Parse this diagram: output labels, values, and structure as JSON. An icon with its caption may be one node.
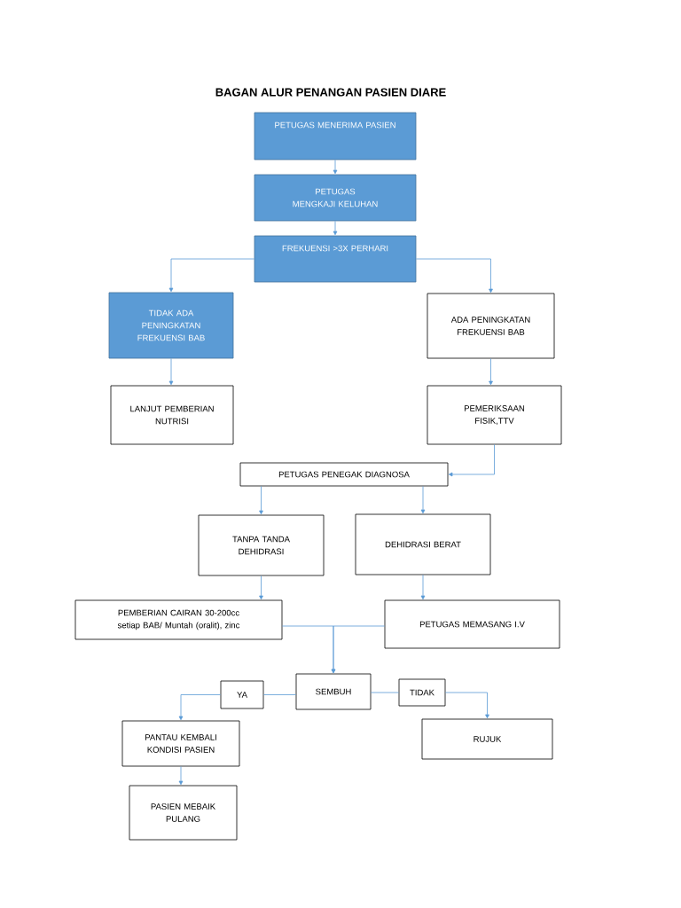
{
  "diagram": {
    "title": "BAGAN ALUR PENANGAN PASIEN DIARE",
    "nodes": [
      {
        "text": [
          "PETUGAS MENERIMA PASIEN"
        ]
      },
      {
        "text": [
          "PETUGAS MENGKAJI KELUHAN"
        ]
      },
      {
        "text": [
          "FREKUENSI >3X PERHARI"
        ]
      },
      {
        "text": [
          "TIDAK ADA PENINGKATAN FREKUENSI BAB"
        ]
      },
      {
        "text": [
          "ADA PENINGKATAN FREKUENSI BAB"
        ]
      },
      {
        "text": [
          "LANJUT PEMBERIAN NUTRISI"
        ]
      },
      {
        "text": [
          "PEMERIKSAAN FISIK,TTV"
        ]
      },
      {
        "text": [
          "PETUGAS PENEGAK DIAGNOSA"
        ]
      },
      {
        "text": [
          "TANPA TANDA DEHIDRASI"
        ]
      },
      {
        "text": [
          "DEHIDRASI BERAT"
        ]
      },
      {
        "text": [
          "PEMBERIAN CAIRAN 30-200cc setiap BAB/ Muntah (oralit), zinc"
        ]
      },
      {
        "text": [
          "PETUGAS MEMASANG I.V"
        ]
      },
      {
        "text": [
          "YA"
        ]
      },
      {
        "text": [
          "SEMBUH"
        ]
      },
      {
        "text": [
          "TIDAK"
        ]
      },
      {
        "text": [
          "PANTAU KEMBALI KONDISI PASIEN"
        ]
      },
      {
        "text": [
          "RUJUK"
        ]
      },
      {
        "text": [
          "PASIEN MEBAIK PULANG"
        ]
      }
    ],
    "edges": [
      {
        "from": 0,
        "to": 1,
        "arrow": "to"
      },
      {
        "from": 1,
        "to": 2,
        "arrow": "to"
      },
      {
        "from": 2,
        "to": 3,
        "arrow": "to"
      },
      {
        "from": 2,
        "to": 4,
        "arrow": "to"
      },
      {
        "from": 3,
        "to": 5,
        "arrow": "to"
      },
      {
        "from": 4,
        "to": 6,
        "arrow": "to"
      },
      {
        "from": 6,
        "to": 7,
        "arrow": "to"
      },
      {
        "from": 7,
        "to": 8,
        "arrow": "to"
      },
      {
        "from": 7,
        "to": 9,
        "arrow": "to"
      },
      {
        "from": 8,
        "to": 10,
        "arrow": "to"
      },
      {
        "from": 9,
        "to": 11,
        "arrow": "to"
      },
      {
        "from": 10,
        "to": 13,
        "arrow": "to"
      },
      {
        "from": 11,
        "to": 13,
        "arrow": "to"
      },
      {
        "from": 13,
        "to": 12,
        "arrow": "none"
      },
      {
        "from": 12,
        "to": 15,
        "arrow": "to"
      },
      {
        "from": 13,
        "to": 14,
        "arrow": "none"
      },
      {
        "from": 14,
        "to": 16,
        "arrow": "to"
      },
      {
        "from": 15,
        "to": 17,
        "arrow": "to"
      }
    ]
  }
}
